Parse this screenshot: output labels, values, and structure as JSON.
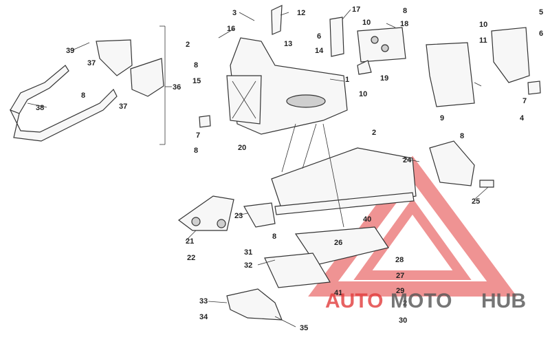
{
  "callouts": {
    "c1": "1",
    "c2a": "2",
    "c2b": "2",
    "c2c": "2",
    "c3": "3",
    "c4": "4",
    "c5": "5",
    "c6a": "6",
    "c6b": "6",
    "c7a": "7",
    "c7b": "7",
    "c8a": "8",
    "c8b": "8",
    "c8c": "8",
    "c8d": "8",
    "c8e": "8",
    "c8f": "8",
    "c9": "9",
    "c10a": "10",
    "c10b": "10",
    "c10c": "10",
    "c11": "11",
    "c12": "12",
    "c13": "13",
    "c14": "14",
    "c15": "15",
    "c16": "16",
    "c17": "17",
    "c18": "18",
    "c19": "19",
    "c20": "20",
    "c21": "21",
    "c22": "22",
    "c23": "23",
    "c24": "24",
    "c25": "25",
    "c26": "26",
    "c27": "27",
    "c28": "28",
    "c29": "29",
    "c30": "30",
    "c31": "31",
    "c32": "32",
    "c33": "33",
    "c34": "34",
    "c35": "35",
    "c36": "36",
    "c37a": "37",
    "c37b": "37",
    "c38": "38",
    "c39": "39",
    "c40": "40",
    "c41": "41"
  },
  "watermark": {
    "part1": "AUTO",
    "part2": "MOTO",
    "part3": "HUB",
    "color_red": "#e23b3b",
    "color_gray": "#555555"
  }
}
